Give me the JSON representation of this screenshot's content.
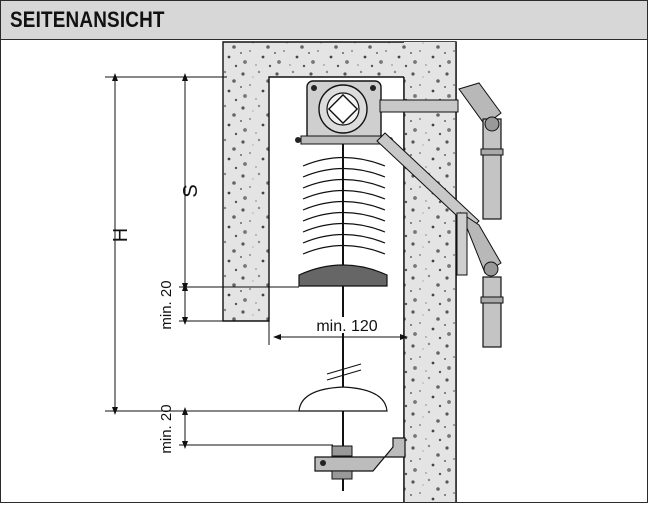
{
  "header": {
    "title": "SEITENANSICHT"
  },
  "dimensions": {
    "height_label": "H",
    "stroke_label": "S",
    "gap_label": "min. 20",
    "width_label": "min. 120"
  },
  "colors": {
    "header_bg": "#d7d7d7",
    "concrete": "#e2e2e2",
    "line": "#111111"
  }
}
